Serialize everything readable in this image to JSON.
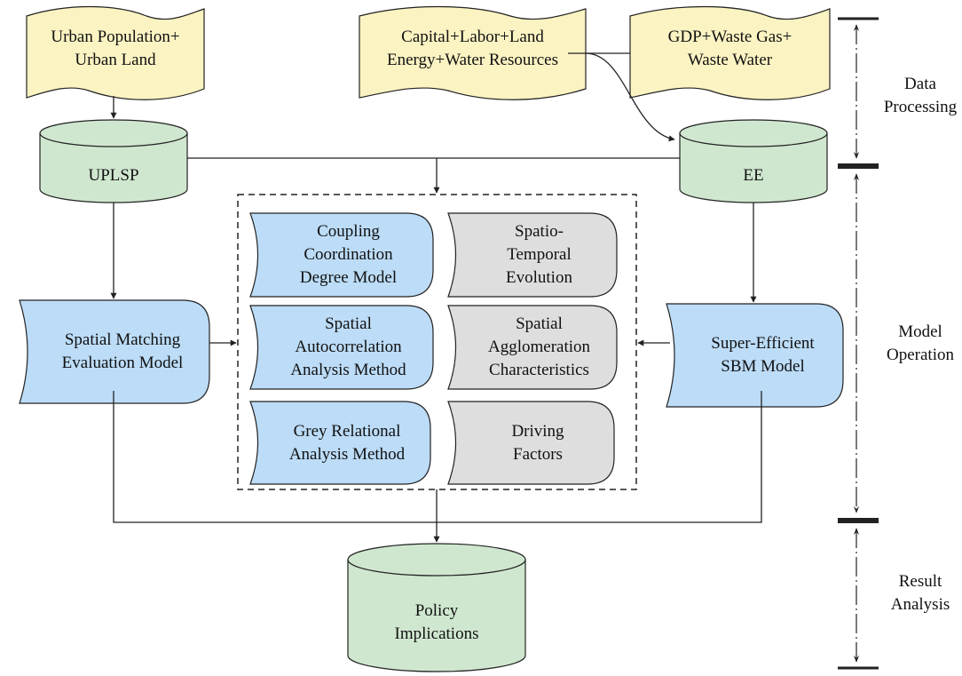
{
  "colors": {
    "data_fill": "#fbf3c2",
    "storage_fill": "#cfe7cf",
    "blue_fill": "#bcdcf7",
    "gray_fill": "#dedede",
    "stroke": "#222222"
  },
  "inputs": {
    "urban": "Urban Population+\nUrban Land",
    "capital": "Capital+Labor+Land\nEnergy+Water Resources",
    "gdp": "GDP+Waste Gas+\nWaste Water"
  },
  "databases": {
    "uplsp": "UPLSP",
    "ee": "EE",
    "policy": "Policy\nImplications"
  },
  "models": {
    "spatial_matching": "Spatial Matching\nEvaluation Model",
    "sbm": "Super-Efficient\nSBM Model"
  },
  "methods": {
    "coupling": "Coupling\nCoordination\nDegree Model",
    "autocorrelation": "Spatial\nAutocorrelation\nAnalysis Method",
    "grey": "Grey Relational\nAnalysis Method"
  },
  "analyses": {
    "spatiotemporal": "Spatio-\nTemporal\nEvolution",
    "agglomeration": "Spatial\nAgglomeration\nCharacteristics",
    "driving": "Driving\nFactors"
  },
  "stages": {
    "data_processing": "Data\nProcessing",
    "model_operation": "Model\nOperation",
    "result_analysis": "Result\nAnalysis"
  }
}
